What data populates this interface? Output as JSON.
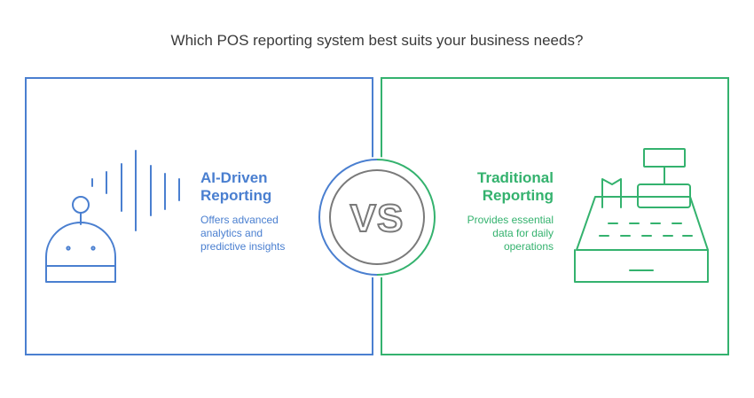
{
  "title": "Which POS reporting system best suits your business needs?",
  "left": {
    "heading_line1": "AI-Driven",
    "heading_line2": "Reporting",
    "desc_line1": "Offers advanced",
    "desc_line2": "analytics and",
    "desc_line3": "predictive insights",
    "color": "#4a7fd0",
    "icon": "robot-with-sound-wave-icon"
  },
  "right": {
    "heading_line1": "Traditional",
    "heading_line2": "Reporting",
    "desc_line1": "Provides essential",
    "desc_line2": "data for daily",
    "desc_line3": "operations",
    "color": "#34b26e",
    "icon": "cash-register-icon"
  },
  "vs_label": "VS"
}
